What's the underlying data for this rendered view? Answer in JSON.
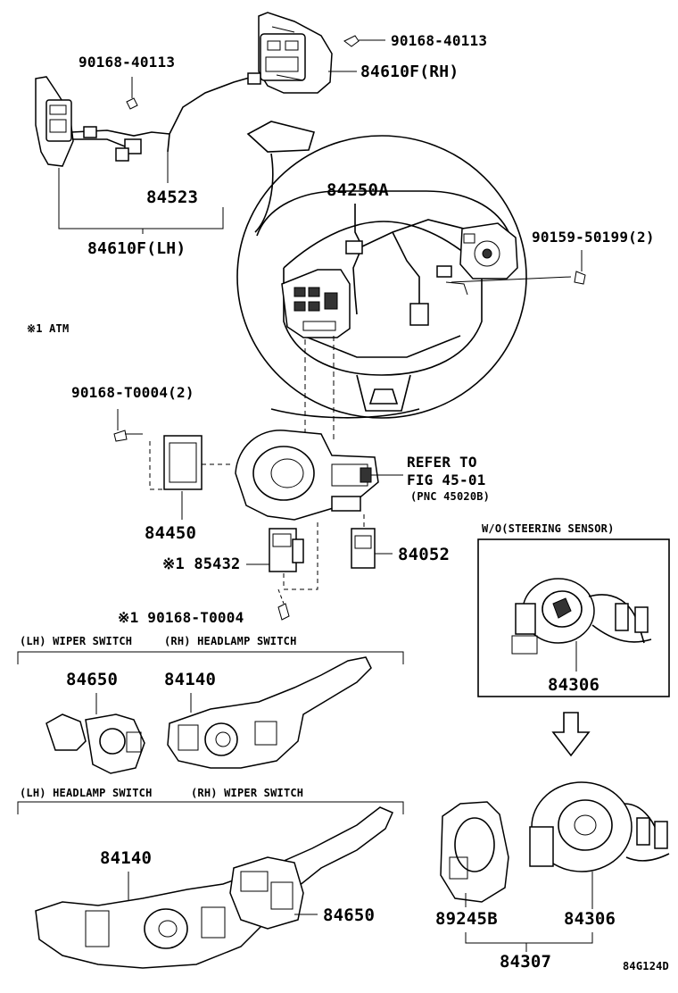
{
  "labels": {
    "p_90168_40113_right": "90168-40113",
    "p_84610f_rh": "84610F(RH)",
    "p_90168_40113_left": "90168-40113",
    "p_84523": "84523",
    "p_84610f_lh": "84610F(LH)",
    "p_84250a": "84250A",
    "p_90159_50199": "90159-50199(2)",
    "note_atm": "※1 ATM",
    "p_90168_t0004_2": "90168-T0004(2)",
    "refer_line1": "REFER TO",
    "refer_line2": "FIG 45-01",
    "refer_line3": "(PNC 45020B)",
    "p_84450": "84450",
    "p_85432": "※1 85432",
    "p_84052": "84052",
    "p_90168_t0004": "※1 90168-T0004",
    "wo_steering_sensor": "W/O(STEERING SENSOR)",
    "p_84306_box": "84306",
    "lh_wiper_switch": "(LH) WIPER SWITCH",
    "rh_headlamp_switch": "(RH) HEADLAMP SWITCH",
    "p_84650_top": "84650",
    "p_84140_top": "84140",
    "lh_headlamp_switch": "(LH) HEADLAMP SWITCH",
    "rh_wiper_switch": "(RH) WIPER SWITCH",
    "p_84140_bottom": "84140",
    "p_84650_bottom": "84650",
    "p_89245b": "89245B",
    "p_84306_bottom": "84306",
    "p_84307": "84307",
    "figure_code": "84G124D"
  }
}
